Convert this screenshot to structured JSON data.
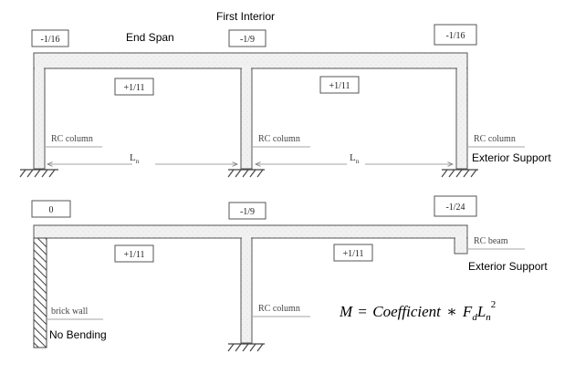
{
  "labels": {
    "first_interior": "First Interior",
    "end_span": "End Span",
    "exterior_support_top": "Exterior Support",
    "exterior_support_bottom": "Exterior Support",
    "no_bending": "No Bending"
  },
  "top_frame": {
    "coef_left": "-1/16",
    "coef_center": "-1/9",
    "coef_right": "-1/16",
    "coef_span_left": "+1/11",
    "coef_span_right": "+1/11",
    "rc_column_left": "RC column",
    "rc_column_mid": "RC column",
    "rc_column_right": "RC column",
    "ln_left": "L",
    "ln_left_sub": "n",
    "ln_right": "L",
    "ln_right_sub": "n"
  },
  "bottom_frame": {
    "coef_left": "0",
    "coef_center": "-1/9",
    "coef_right": "-1/24",
    "coef_span_left": "+1/11",
    "coef_span_right": "+1/11",
    "rc_beam": "RC beam",
    "brick_wall": "brick wall",
    "rc_column": "RC column"
  },
  "formula": {
    "lhs": "M",
    "eq": "=",
    "word": "Coefficient",
    "times": "∗",
    "F": "F",
    "d": "d",
    "L": "L",
    "n": "n",
    "exp": "2"
  },
  "colors": {
    "member_fill": "#f2f2f2",
    "stroke": "#555555",
    "text_dark": "#222222",
    "label_blue_black": "#000000"
  }
}
